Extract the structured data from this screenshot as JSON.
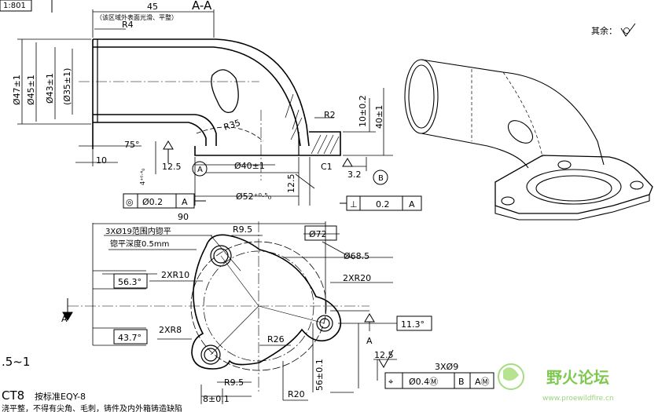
{
  "colors": {
    "line": "#000000",
    "watermark": "#7ec850"
  },
  "header": {
    "scale": "1:801",
    "section_label": "A-A",
    "rest_label": "其余：",
    "rest_symbol": "√"
  },
  "section_view": {
    "dim_top": "45",
    "note_top": "（该区域外表面光滑、平整）",
    "r4": "R4",
    "d47": "Ø47±1",
    "d45": "Ø45±1",
    "d43": "Ø43±1",
    "d35": "(Ø35±1)",
    "r35": "R35",
    "r2": "R2",
    "dim_10_02": "10±0.2",
    "dim_40": "40±1",
    "ang75": "75°",
    "dim10": "10",
    "dim12_5a": "12.5",
    "dim4": "4⁺⁰·⁴₀",
    "datumA": "A",
    "d40": "Ø40±1",
    "c1": "C1",
    "dim3_2": "3.2",
    "datumB": "B",
    "dim12_5b": "12.5",
    "d52": "Ø52⁺⁰·⁵₀",
    "fcf_left": {
      "sym": "◎",
      "tol": "Ø0.2",
      "ref": "A"
    },
    "fcf_right": {
      "sym": "⊥",
      "tol": "0.2",
      "ref": "A"
    }
  },
  "flange_view": {
    "dim90": "90",
    "note_holes": "3XØ19范围内锪平",
    "note_depth": "锪平深度0.5mm",
    "r9_5a": "R9.5",
    "d72": "Ø72",
    "d68_5": "Ø68.5",
    "r10": "2XR10",
    "r20": "2XR20",
    "ang56": "56.3°",
    "ang11": "11.3°",
    "ang43": "43.7°",
    "r8": "2XR8",
    "r26": "R26",
    "datumA_left": "A",
    "datumA_right": "A",
    "dim12_5": "12.5",
    "holes": "3XØ9",
    "fcf": {
      "sym": "⌖",
      "tol": "Ø0.4Ⓜ",
      "ref1": "B",
      "ref2": "AⓂ"
    },
    "r9_5b": "R9.5",
    "dim8": "8±0.1",
    "r20b": "R20",
    "dim56": "56±0.1"
  },
  "notes": {
    "left_range": ".5~1",
    "ct8": "CT8",
    "ct8_note": "按标准EQY-8",
    "bottom_note": "浇平整，不得有尖角、毛刺，铸件及内外箱铸造缺陷"
  },
  "watermark": {
    "cn": "野火论坛",
    "url": "www.proewildfire.cn"
  }
}
